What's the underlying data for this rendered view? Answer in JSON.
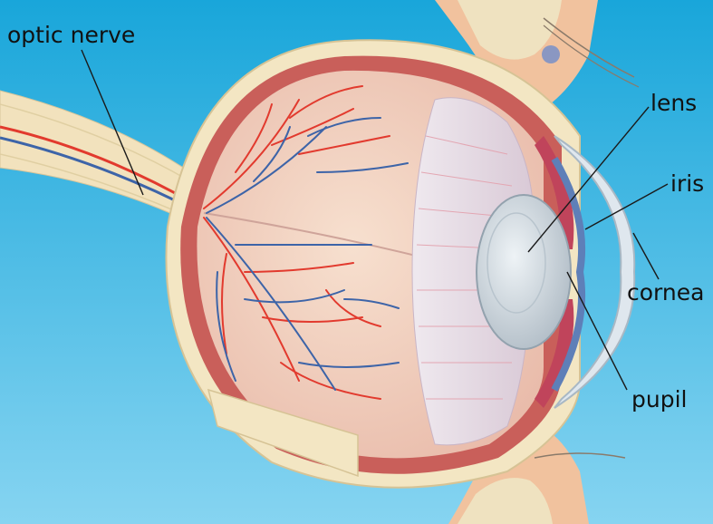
{
  "labels": {
    "optic_nerve": "optic nerve",
    "lens": "lens",
    "iris": "iris",
    "cornea": "cornea",
    "pupil": "pupil"
  },
  "colors": {
    "background_top": "#1aa9dc",
    "background_bottom": "#7fd2f0",
    "sclera": "#f3e6c3",
    "choroid": "#c75a55",
    "retina": "#f6c9a9",
    "vitreous": "#f4d8c8",
    "artery": "#e23a2e",
    "vein": "#3d64a8",
    "lens": "#cfd8df",
    "cornea": "#dfe7ee",
    "eyelid": "#f2b79a",
    "label_text": "#111111",
    "leader_line": "#1a1a1a"
  }
}
